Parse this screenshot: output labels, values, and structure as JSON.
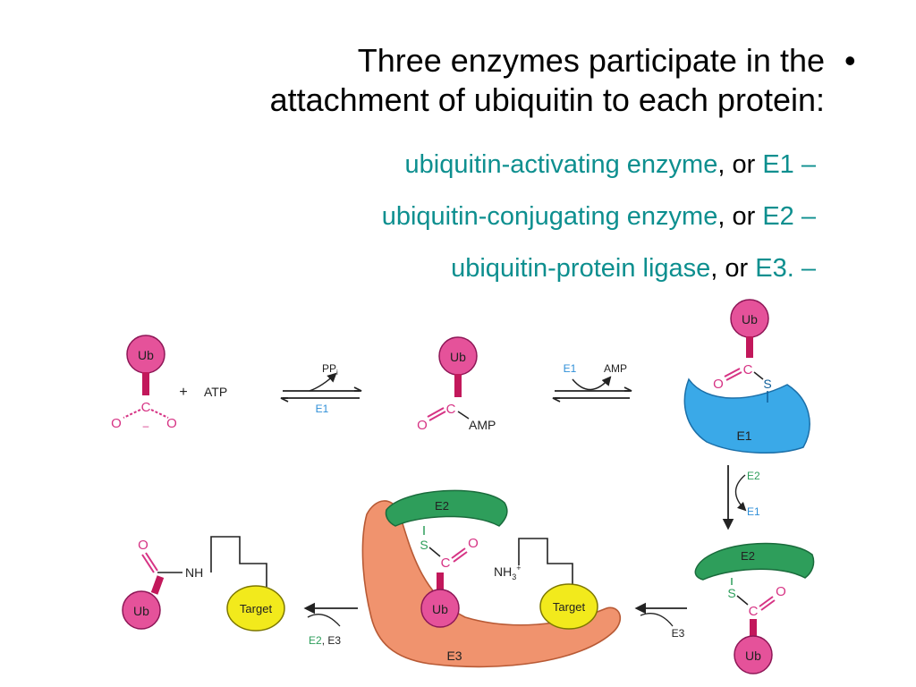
{
  "slide": {
    "bullet": "•",
    "heading_line1": "Three enzymes participate in the",
    "heading_line2": "attachment of ubiquitin to each protein:",
    "items": [
      {
        "term": "ubiquitin-activating enzyme",
        "joiner": ", or ",
        "abbr": "E1",
        "tail": " –"
      },
      {
        "term": "ubiquitin-conjugating enzyme",
        "joiner": ", or ",
        "abbr": "E2",
        "tail": " –"
      },
      {
        "term": "ubiquitin-protein ligase",
        "joiner": ", or ",
        "abbr": "E3",
        "tail": ".  –"
      }
    ]
  },
  "diagram": {
    "ub": "Ub",
    "plus": "+",
    "atp": "ATP",
    "amp": "AMP",
    "pp": "PP",
    "pp_sub": "i",
    "e1": "E1",
    "e2": "E2",
    "e3": "E3",
    "e2_e3": ", E3",
    "target": "Target",
    "nh": "NH",
    "nh3": "NH",
    "nh3_sub": "3",
    "nh3_sup": "+",
    "c": "C",
    "o": "O",
    "s": "S",
    "minus": "–"
  },
  "colors": {
    "ubiquitin": "#d63384",
    "teal_text": "#0d8f8f",
    "e1_protein": "#3aa9e8",
    "e2_protein": "#2e9e5b",
    "e3_protein": "#f0936e",
    "target": "#f2ea1c"
  }
}
